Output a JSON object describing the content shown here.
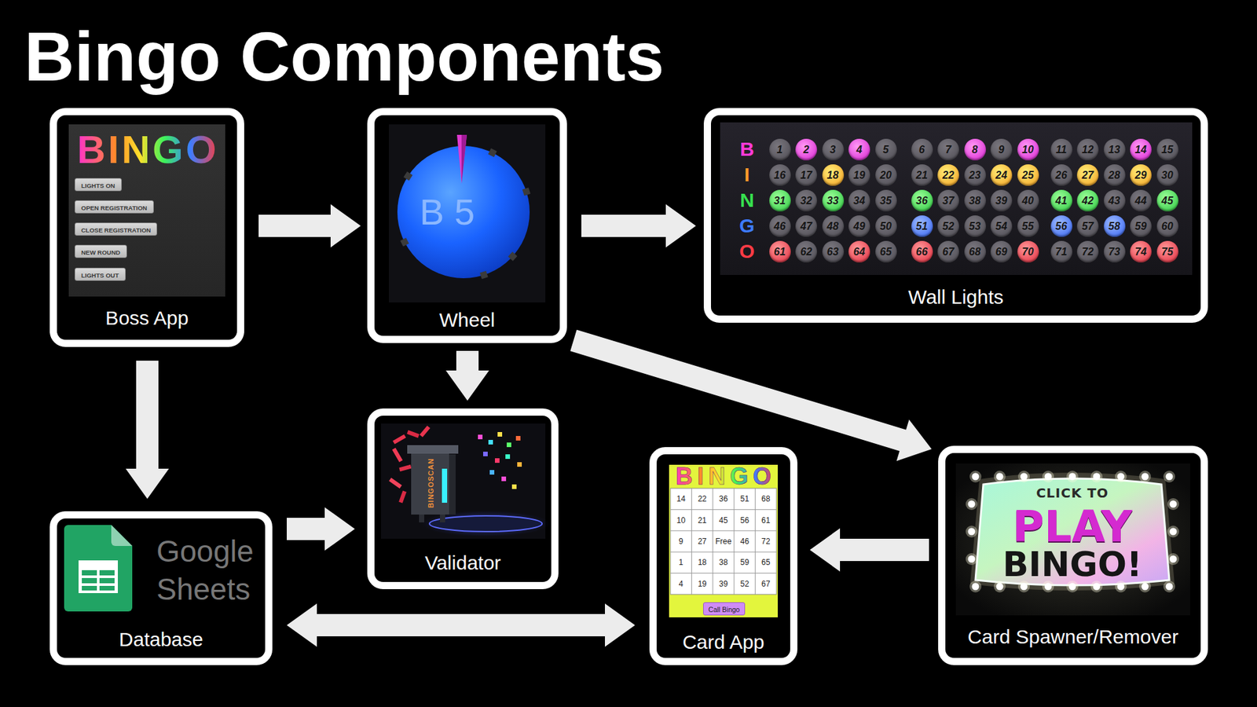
{
  "diagram": {
    "title": "Bingo Components",
    "nodes": [
      {
        "text": [
          "Boss App"
        ]
      },
      {
        "text": [
          "LIGHTS ON"
        ],
        "in": 0
      },
      {
        "text": [
          "OPEN REGISTRATION"
        ],
        "in": 0
      },
      {
        "text": [
          "CLOSE REGISTRATION"
        ],
        "in": 0
      },
      {
        "text": [
          "NEW ROUND"
        ],
        "in": 0
      },
      {
        "text": [
          "LIGHTS OUT"
        ],
        "in": 0
      },
      {
        "text": [
          "Wheel"
        ]
      },
      {
        "text": [
          "B 5"
        ],
        "in": 6
      },
      {
        "text": [
          "Wall Lights"
        ]
      },
      {
        "text": [
          "Validator"
        ]
      },
      {
        "text": [
          "Card App"
        ]
      },
      {
        "text": [
          "Call Bingo"
        ],
        "in": 10
      },
      {
        "text": [
          "Card Spawner/Remover"
        ]
      },
      {
        "text": [
          "CLICK TO",
          "PLAY",
          "BINGO!"
        ],
        "in": 12
      },
      {
        "text": [
          "Database"
        ]
      }
    ],
    "edges": [
      {
        "from": 0,
        "to": 6,
        "arrow": "to"
      },
      {
        "from": 6,
        "to": 8,
        "arrow": "to"
      },
      {
        "from": 6,
        "to": 9,
        "arrow": "to"
      },
      {
        "from": 6,
        "to": 12,
        "arrow": "to"
      },
      {
        "from": 0,
        "to": 14,
        "arrow": "to"
      },
      {
        "from": 14,
        "to": 9,
        "arrow": "to"
      },
      {
        "from": 12,
        "to": 10,
        "arrow": "to"
      },
      {
        "from": 14,
        "to": 10,
        "arrow": "both"
      }
    ],
    "labels": [
      "BINGO",
      "B",
      "I",
      "N",
      "G",
      "O",
      "1",
      "2",
      "3",
      "4",
      "5",
      "6",
      "7",
      "8",
      "9",
      "10",
      "11",
      "12",
      "13",
      "14",
      "15",
      "16",
      "17",
      "18",
      "19",
      "20",
      "21",
      "22",
      "23",
      "24",
      "25",
      "26",
      "27",
      "28",
      "29",
      "30",
      "31",
      "32",
      "33",
      "34",
      "35",
      "36",
      "37",
      "38",
      "39",
      "40",
      "41",
      "42",
      "43",
      "44",
      "45",
      "46",
      "47",
      "48",
      "49",
      "50",
      "51",
      "52",
      "53",
      "54",
      "55",
      "56",
      "57",
      "58",
      "59",
      "60",
      "61",
      "62",
      "63",
      "64",
      "65",
      "66",
      "67",
      "68",
      "69",
      "70",
      "71",
      "72",
      "73",
      "74",
      "75",
      "BINGOSCAN",
      "Google",
      "Sheets",
      "BINGO",
      "14",
      "22",
      "36",
      "51",
      "68",
      "10",
      "21",
      "45",
      "56",
      "61",
      "9",
      "27",
      "Free",
      "46",
      "72",
      "1",
      "18",
      "38",
      "59",
      "65",
      "4",
      "19",
      "39",
      "52",
      "67"
    ]
  }
}
